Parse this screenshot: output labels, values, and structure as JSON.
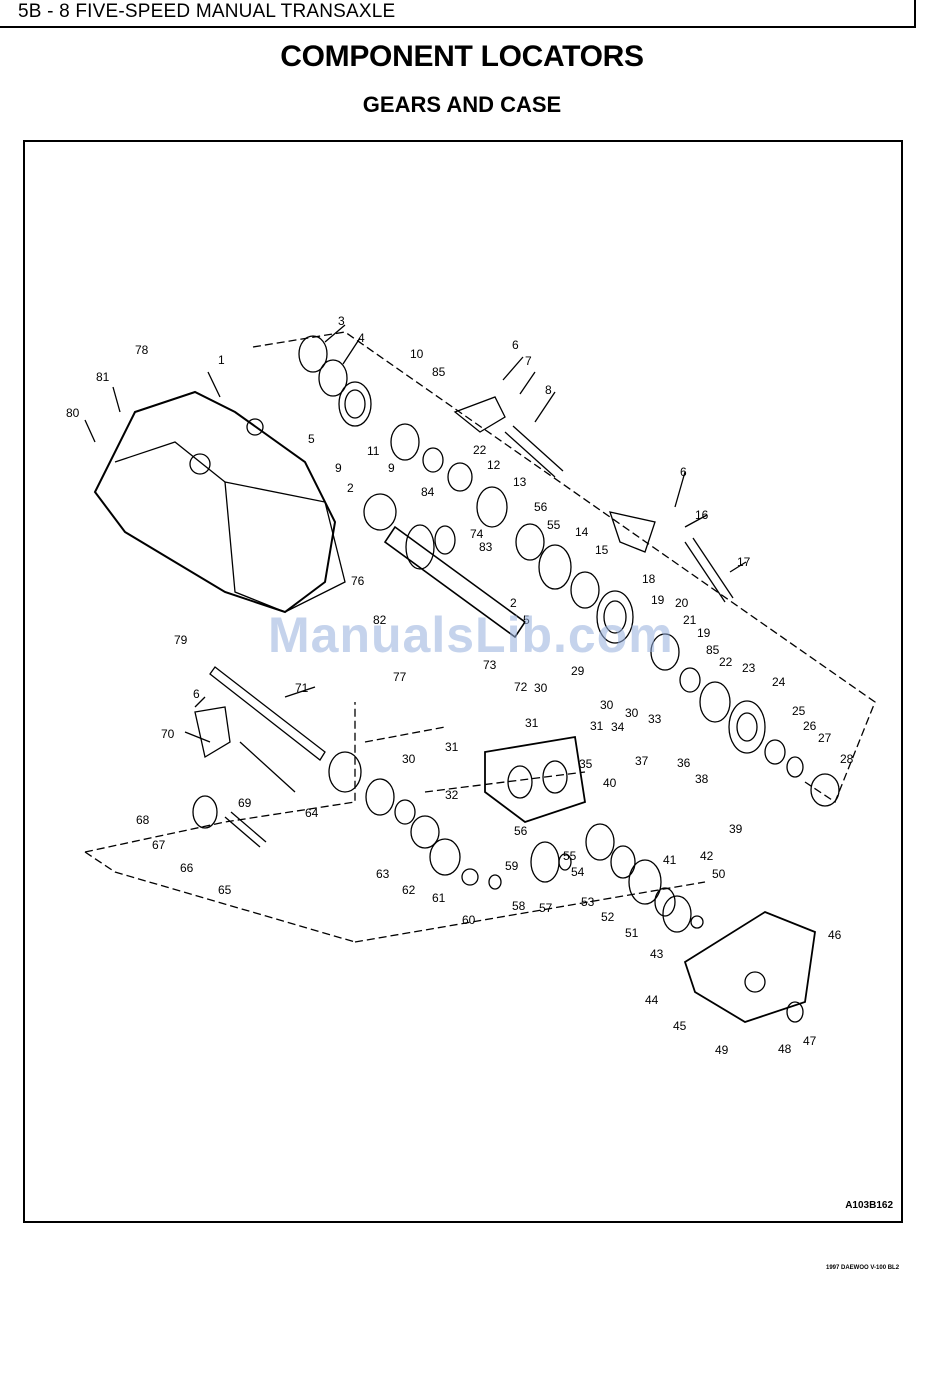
{
  "header": {
    "section": "5B - 8  FIVE-SPEED MANUAL TRANSAXLE"
  },
  "title": "COMPONENT LOCATORS",
  "subtitle": "GEARS AND CASE",
  "watermark": "ManualsLib.com",
  "figure": {
    "code": "A103B162",
    "callouts": [
      "1",
      "2",
      "3",
      "4",
      "5",
      "6",
      "7",
      "8",
      "9",
      "10",
      "11",
      "12",
      "13",
      "14",
      "15",
      "16",
      "17",
      "18",
      "19",
      "20",
      "21",
      "22",
      "23",
      "24",
      "25",
      "26",
      "27",
      "28",
      "29",
      "30",
      "31",
      "32",
      "33",
      "34",
      "35",
      "36",
      "37",
      "38",
      "39",
      "40",
      "41",
      "42",
      "43",
      "44",
      "45",
      "46",
      "47",
      "48",
      "49",
      "50",
      "51",
      "52",
      "53",
      "54",
      "55",
      "56",
      "57",
      "58",
      "59",
      "60",
      "61",
      "62",
      "63",
      "64",
      "65",
      "66",
      "67",
      "68",
      "69",
      "70",
      "71",
      "72",
      "73",
      "74",
      "76",
      "77",
      "78",
      "79",
      "80",
      "81",
      "82",
      "83",
      "84",
      "85"
    ]
  },
  "footer": {
    "note": "1997 DAEWOO V-100 BL2"
  }
}
